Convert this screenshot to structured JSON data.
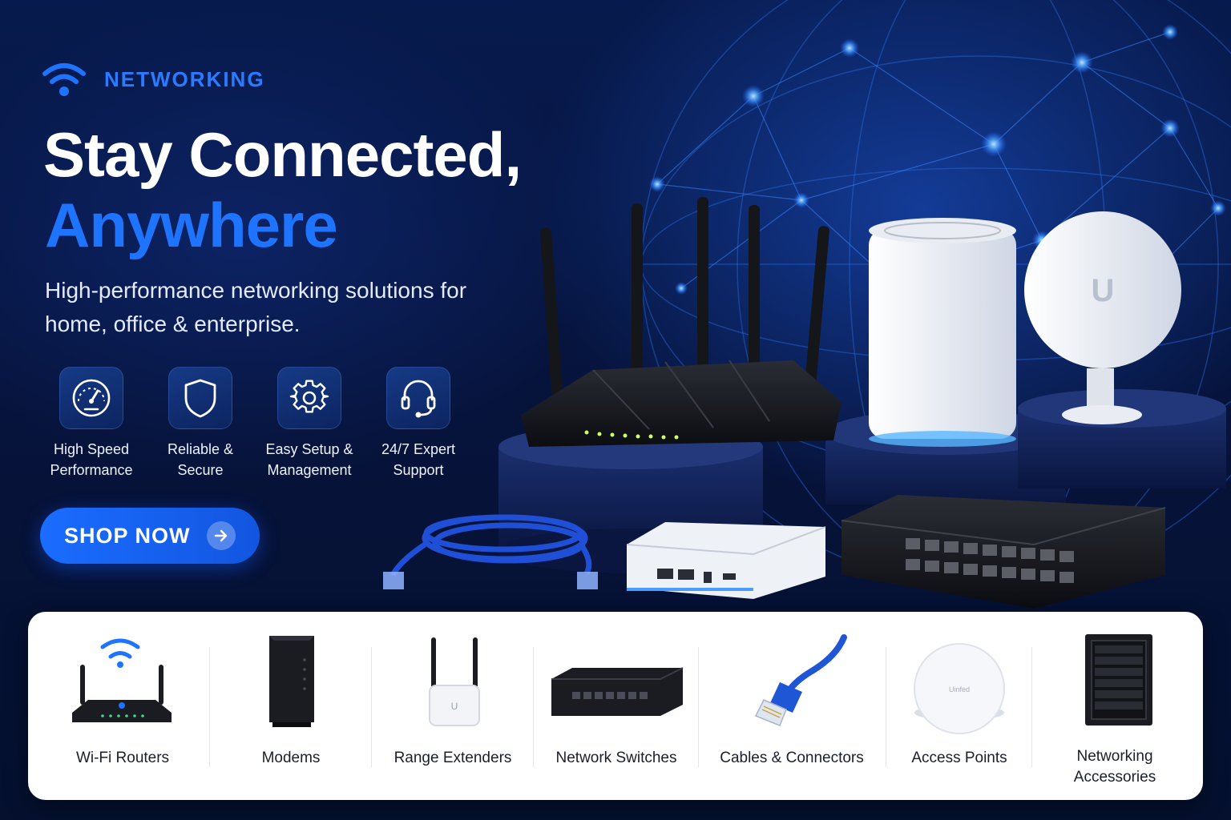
{
  "brand": {
    "label": "NETWORKING",
    "icon": "wifi-icon"
  },
  "hero": {
    "headline_line1": "Stay Connected,",
    "headline_line2": "Anywhere",
    "subtitle": "High-performance networking solutions for home, office & enterprise."
  },
  "features": [
    {
      "icon": "speedometer-icon",
      "label": "High Speed\nPerformance"
    },
    {
      "icon": "shield-icon",
      "label": "Reliable &\nSecure"
    },
    {
      "icon": "gear-icon",
      "label": "Easy Setup &\nManagement"
    },
    {
      "icon": "headset-icon",
      "label": "24/7 Expert\nSupport"
    }
  ],
  "cta": {
    "label": "SHOP NOW",
    "icon": "arrow-right-icon"
  },
  "categories": [
    {
      "label": "Wi-Fi Routers",
      "icon": "router-icon"
    },
    {
      "label": "Modems",
      "icon": "modem-icon"
    },
    {
      "label": "Range Extenders",
      "icon": "range-extender-icon"
    },
    {
      "label": "Network Switches",
      "icon": "network-switch-icon"
    },
    {
      "label": "Cables & Connectors",
      "icon": "ethernet-cable-icon"
    },
    {
      "label": "Access Points",
      "icon": "access-point-icon"
    },
    {
      "label": "Networking\nAccessories",
      "icon": "server-rack-icon"
    }
  ],
  "colors": {
    "accent": "#1e74ff",
    "background": "#061238",
    "panel": "#ffffff"
  }
}
